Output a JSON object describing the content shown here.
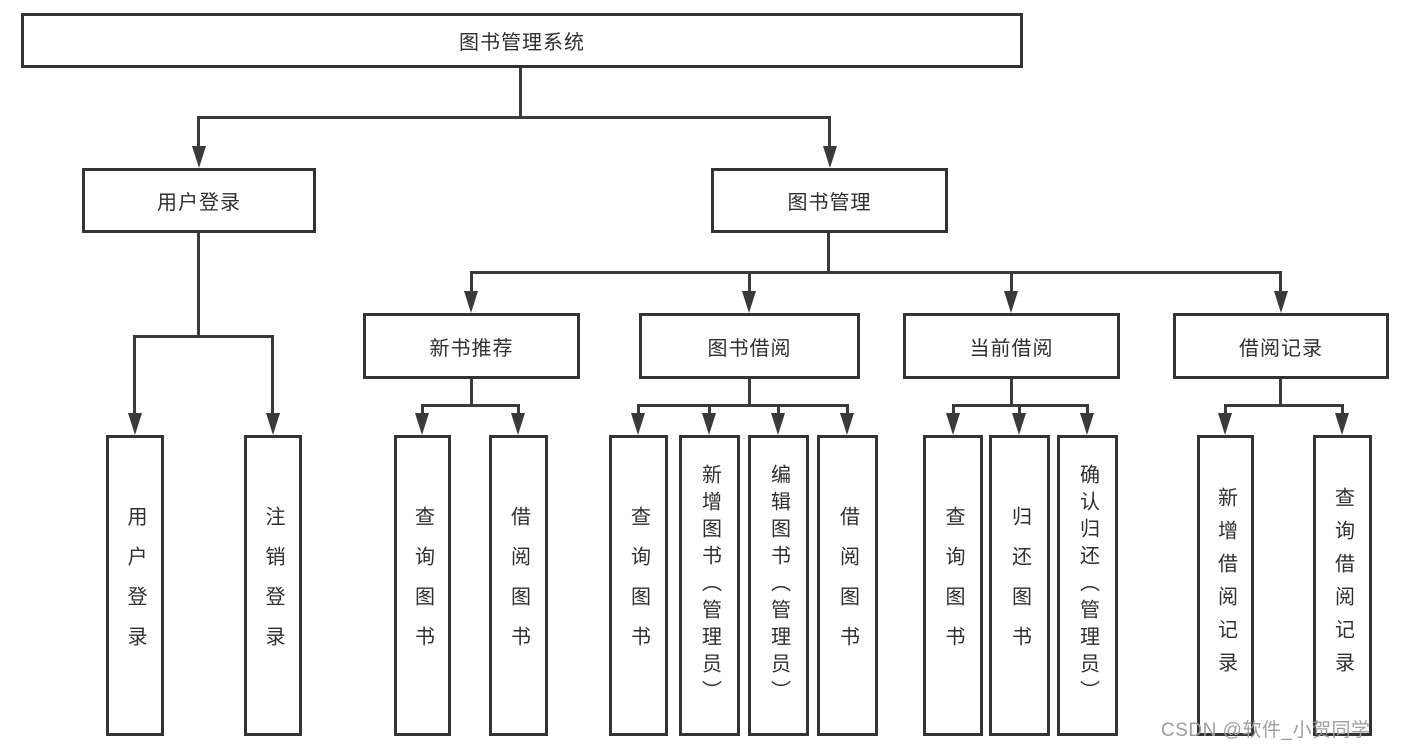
{
  "diagram": {
    "root": "图书管理系统",
    "branches": [
      {
        "label": "用户登录",
        "children": [
          "用户登录",
          "注销登录"
        ]
      },
      {
        "label": "图书管理",
        "children": [
          {
            "label": "新书推荐",
            "children": [
              "查询图书",
              "借阅图书"
            ]
          },
          {
            "label": "图书借阅",
            "children": [
              "查询图书",
              "新增图书（管理员）",
              "编辑图书（管理员）",
              "借阅图书"
            ]
          },
          {
            "label": "当前借阅",
            "children": [
              "查询图书",
              "归还图书",
              "确认归还（管理员）"
            ]
          },
          {
            "label": "借阅记录",
            "children": [
              "新增借阅记录",
              "查询借阅记录"
            ]
          }
        ]
      }
    ]
  },
  "watermark": "CSDN @软件_小贺同学",
  "colors": {
    "line": "#3a3a3a",
    "border": "#333333",
    "text": "#2f2f2f",
    "watermark_text": "#9e9e9e",
    "background": "#ffffff"
  }
}
